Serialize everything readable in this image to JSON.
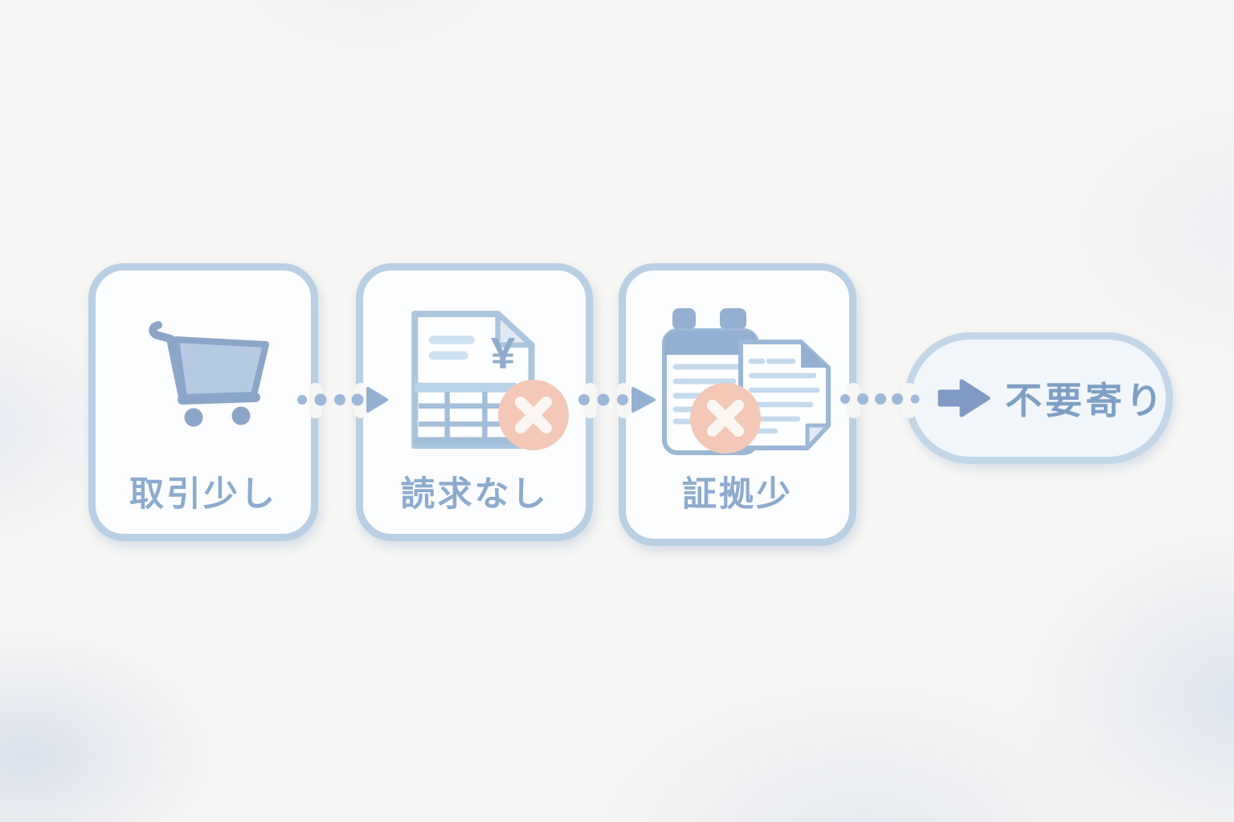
{
  "diagram": {
    "type": "flow",
    "direction": "left-to-right",
    "steps": [
      {
        "label": "取引少し",
        "icon": "shopping-cart",
        "error_badge": false
      },
      {
        "label": "読求なし",
        "icon": "invoice-yen",
        "error_badge": true
      },
      {
        "label": "証拠少",
        "icon": "clipboard-documents",
        "error_badge": true
      }
    ],
    "connectors": [
      {
        "style": "dotted",
        "dots": 4,
        "arrowhead": true
      },
      {
        "style": "dotted",
        "dots": 3,
        "arrowhead": true
      },
      {
        "style": "dotted",
        "dots": 5,
        "arrowhead": false
      }
    ],
    "result": {
      "label": "不要寄り",
      "icon": "bold-right-arrow"
    },
    "icon_symbols": {
      "currency": "¥"
    },
    "colors": {
      "background": "#f6f6f4",
      "card_border": "#b9cfe4",
      "card_fill": "#fcfdfe",
      "pill_border": "#c3d7e9",
      "pill_fill": "#f1f6fb",
      "label_text": "#8cabce",
      "icon_blue": "#8ea8ca",
      "icon_light_blue": "#cfe1f1",
      "error_badge_fill": "#f3c8b7",
      "error_badge_cross": "#fbf6f2",
      "connector_dots": "#9db8d8",
      "result_arrow": "#8099c5",
      "result_text": "#7fa0c5"
    }
  }
}
